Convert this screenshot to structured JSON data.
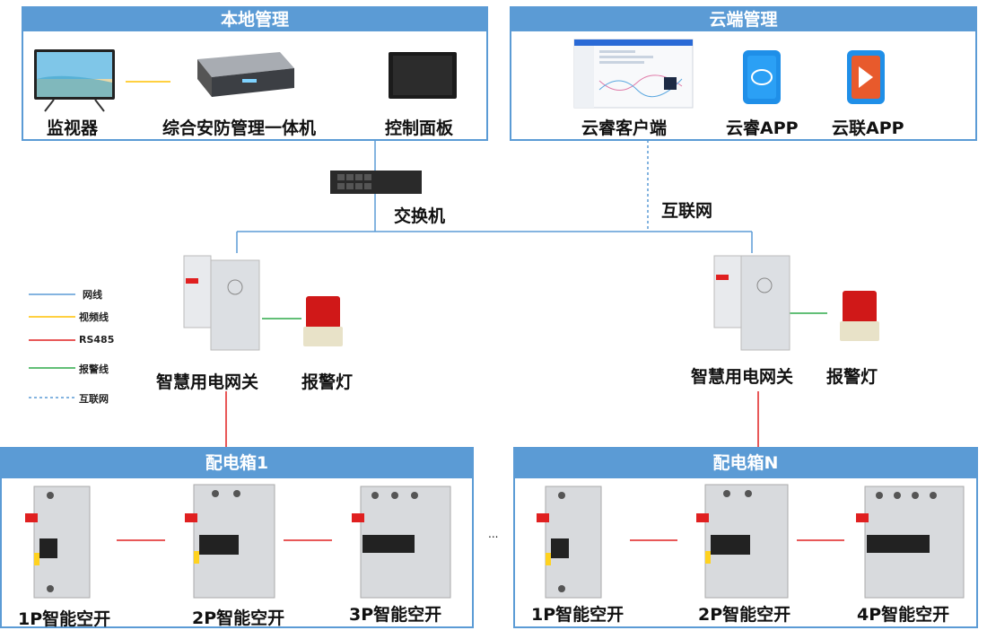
{
  "panels": {
    "local": {
      "title": "本地管理"
    },
    "cloud": {
      "title": "云端管理"
    },
    "box1": {
      "title": "配电箱1"
    },
    "boxN": {
      "title": "配电箱N"
    }
  },
  "local_devices": {
    "monitor": "监视器",
    "nvr": "综合安防管理一体机",
    "control_panel": "控制面板"
  },
  "cloud_apps": {
    "client": "云睿客户端",
    "app1": "云睿APP",
    "app2": "云联APP"
  },
  "network": {
    "switch": "交换机",
    "internet": "互联网"
  },
  "gateways": {
    "left": {
      "gateway": "智慧用电网关",
      "alarm": "报警灯"
    },
    "right": {
      "gateway": "智慧用电网关",
      "alarm": "报警灯"
    }
  },
  "breakers_box1": [
    "1P智能空开",
    "2P智能空开",
    "3P智能空开"
  ],
  "breakers_boxN": [
    "1P智能空开",
    "2P智能空开",
    "4P智能空开"
  ],
  "ellipsis": "...",
  "legend": [
    {
      "label": "网线",
      "color": "#5b9bd5",
      "style": "solid"
    },
    {
      "label": "视频线",
      "color": "#ffc000",
      "style": "solid"
    },
    {
      "label": "RS485",
      "color": "#e02020",
      "style": "solid"
    },
    {
      "label": "报警线",
      "color": "#2eaa4a",
      "style": "solid"
    },
    {
      "label": "互联网",
      "color": "#5b9bd5",
      "style": "dashed"
    }
  ]
}
